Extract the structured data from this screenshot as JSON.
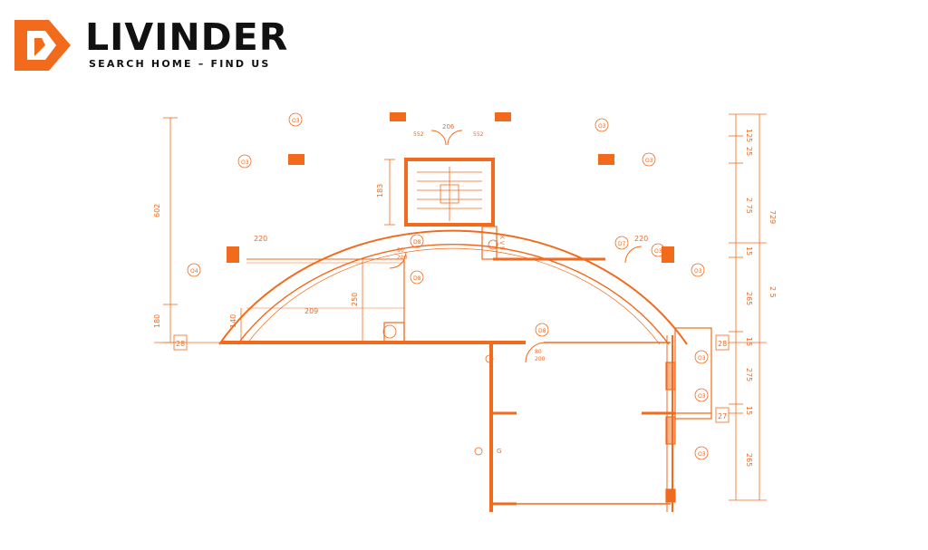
{
  "brand": {
    "name": "LIVINDER",
    "tagline": "SEARCH HOME – FIND US",
    "accent": "#f26a1b",
    "text_color": "#111111"
  },
  "plan": {
    "line_color": "#f26a1b",
    "dimensions": {
      "left_upper": "602",
      "left_lower": "180",
      "right_top": "125",
      "right_a": "25",
      "right_b": "2 75",
      "right_c": "15",
      "right_d": "265",
      "right_e": "15",
      "right_f": "275",
      "right_g": "15",
      "right_h": "265",
      "right_total_upper": "729",
      "right_total": "2 5",
      "stair_height": "183",
      "room_depth": "250",
      "room_width": "209",
      "room_left": "140",
      "arc_left": "220",
      "arc_right": "220"
    },
    "axis_markers": {
      "left": "28",
      "right_top": "28",
      "right_bottom": "27"
    },
    "labels": {
      "door_upper_left": "D8",
      "door_upper_mid": "D8",
      "door_right": "D7",
      "door_center": "D8",
      "window_right_a": "O3",
      "window_right_b": "O3",
      "window_right_c": "O3",
      "window_right_d": "O3",
      "window_right_top": "O3",
      "window_arc_left": "O3",
      "window_arc_top_left": "O3",
      "window_arc_top_right": "O3",
      "window_arc_right": "O3",
      "window_left": "O4",
      "ventilation": "K V 5",
      "door_size_a": "80",
      "door_size_b": "200",
      "door_size_c": "80",
      "door_size_d": "200",
      "top_a": "206",
      "top_b": "552",
      "top_c": "552",
      "wall_g": "G"
    }
  }
}
